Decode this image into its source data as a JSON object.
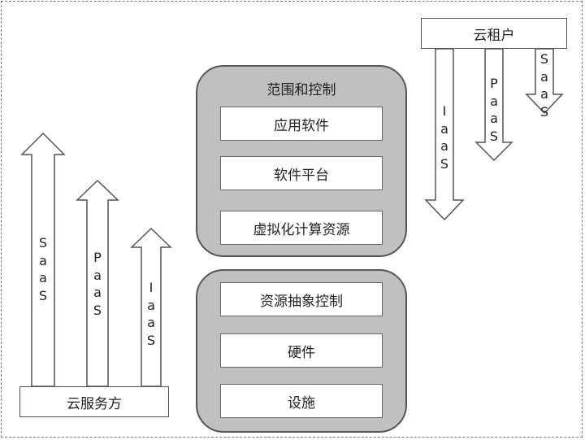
{
  "provider_box": {
    "label": "云服务方"
  },
  "tenant_box": {
    "label": "云租户"
  },
  "upper_panel": {
    "title": "范围和控制",
    "layers": [
      "应用软件",
      "软件平台",
      "虚拟化计算资源"
    ]
  },
  "lower_panel": {
    "layers": [
      "资源抽象控制",
      "硬件",
      "设施"
    ]
  },
  "provider_arrows": [
    {
      "label": "SaaS"
    },
    {
      "label": "PaaS"
    },
    {
      "label": "IaaS"
    }
  ],
  "tenant_arrows": [
    {
      "label": "IaaS"
    },
    {
      "label": "PaaS"
    },
    {
      "label": "SaaS"
    }
  ],
  "colors": {
    "panel_fill": "#c0c0c1",
    "border": "#555555",
    "background": "#ffffff"
  }
}
